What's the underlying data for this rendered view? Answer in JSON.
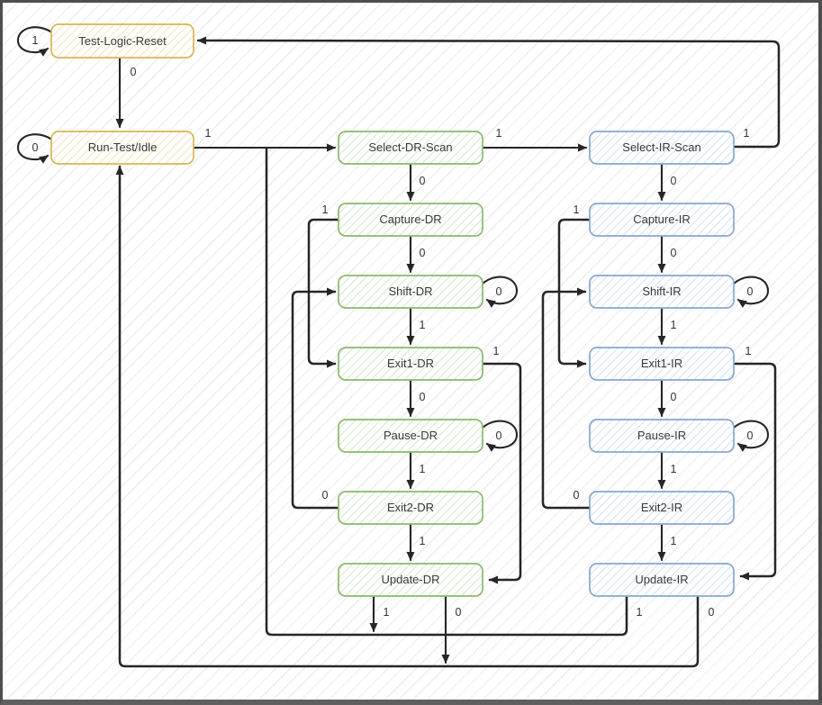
{
  "diagram": {
    "type": "state-machine",
    "colors": {
      "edge": "#262626",
      "yellow_fill": "#fff2cc",
      "yellow_border": "#d6b656",
      "green_fill": "#d5e8d4",
      "green_border": "#82b366",
      "blue_fill": "#dae8fc",
      "blue_border": "#6c8ebf",
      "canvas_background": "#ffffff",
      "canvas_hatch": "#ececec",
      "frame_border": "#4e4e4e"
    },
    "states": [
      {
        "id": "test-logic-reset",
        "label": "Test-Logic-Reset",
        "theme": "yellow"
      },
      {
        "id": "run-test-idle",
        "label": "Run-Test/Idle",
        "theme": "yellow"
      },
      {
        "id": "select-dr-scan",
        "label": "Select-DR-Scan",
        "theme": "green"
      },
      {
        "id": "capture-dr",
        "label": "Capture-DR",
        "theme": "green"
      },
      {
        "id": "shift-dr",
        "label": "Shift-DR",
        "theme": "green"
      },
      {
        "id": "exit1-dr",
        "label": "Exit1-DR",
        "theme": "green"
      },
      {
        "id": "pause-dr",
        "label": "Pause-DR",
        "theme": "green"
      },
      {
        "id": "exit2-dr",
        "label": "Exit2-DR",
        "theme": "green"
      },
      {
        "id": "update-dr",
        "label": "Update-DR",
        "theme": "green"
      },
      {
        "id": "select-ir-scan",
        "label": "Select-IR-Scan",
        "theme": "blue"
      },
      {
        "id": "capture-ir",
        "label": "Capture-IR",
        "theme": "blue"
      },
      {
        "id": "shift-ir",
        "label": "Shift-IR",
        "theme": "blue"
      },
      {
        "id": "exit1-ir",
        "label": "Exit1-IR",
        "theme": "blue"
      },
      {
        "id": "pause-ir",
        "label": "Pause-IR",
        "theme": "blue"
      },
      {
        "id": "exit2-ir",
        "label": "Exit2-IR",
        "theme": "blue"
      },
      {
        "id": "update-ir",
        "label": "Update-IR",
        "theme": "blue"
      }
    ],
    "transitions": [
      {
        "from": "test-logic-reset",
        "to": "test-logic-reset",
        "label": "1"
      },
      {
        "from": "test-logic-reset",
        "to": "run-test-idle",
        "label": "0"
      },
      {
        "from": "run-test-idle",
        "to": "run-test-idle",
        "label": "0"
      },
      {
        "from": "run-test-idle",
        "to": "select-dr-scan",
        "label": "1"
      },
      {
        "from": "select-dr-scan",
        "to": "select-ir-scan",
        "label": "1"
      },
      {
        "from": "select-ir-scan",
        "to": "test-logic-reset",
        "label": "1"
      },
      {
        "from": "select-dr-scan",
        "to": "capture-dr",
        "label": "0"
      },
      {
        "from": "capture-dr",
        "to": "shift-dr",
        "label": "0"
      },
      {
        "from": "capture-dr",
        "to": "exit1-dr",
        "label": "1"
      },
      {
        "from": "shift-dr",
        "to": "shift-dr",
        "label": "0"
      },
      {
        "from": "shift-dr",
        "to": "exit1-dr",
        "label": "1"
      },
      {
        "from": "exit1-dr",
        "to": "pause-dr",
        "label": "0"
      },
      {
        "from": "exit1-dr",
        "to": "update-dr",
        "label": "1"
      },
      {
        "from": "pause-dr",
        "to": "pause-dr",
        "label": "0"
      },
      {
        "from": "pause-dr",
        "to": "exit2-dr",
        "label": "1"
      },
      {
        "from": "exit2-dr",
        "to": "shift-dr",
        "label": "0"
      },
      {
        "from": "exit2-dr",
        "to": "update-dr",
        "label": "1"
      },
      {
        "from": "update-dr",
        "to": "select-dr-scan",
        "label": "1"
      },
      {
        "from": "update-dr",
        "to": "run-test-idle",
        "label": "0"
      },
      {
        "from": "select-ir-scan",
        "to": "capture-ir",
        "label": "0"
      },
      {
        "from": "capture-ir",
        "to": "shift-ir",
        "label": "0"
      },
      {
        "from": "capture-ir",
        "to": "exit1-ir",
        "label": "1"
      },
      {
        "from": "shift-ir",
        "to": "shift-ir",
        "label": "0"
      },
      {
        "from": "shift-ir",
        "to": "exit1-ir",
        "label": "1"
      },
      {
        "from": "exit1-ir",
        "to": "pause-ir",
        "label": "0"
      },
      {
        "from": "exit1-ir",
        "to": "update-ir",
        "label": "1"
      },
      {
        "from": "pause-ir",
        "to": "pause-ir",
        "label": "0"
      },
      {
        "from": "pause-ir",
        "to": "exit2-ir",
        "label": "1"
      },
      {
        "from": "exit2-ir",
        "to": "shift-ir",
        "label": "0"
      },
      {
        "from": "exit2-ir",
        "to": "update-ir",
        "label": "1"
      },
      {
        "from": "update-ir",
        "to": "select-dr-scan",
        "label": "1"
      },
      {
        "from": "update-ir",
        "to": "run-test-idle",
        "label": "0"
      }
    ]
  }
}
